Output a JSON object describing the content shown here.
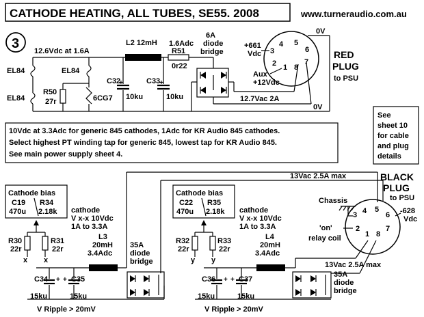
{
  "header": {
    "title": "CATHODE HEATING, ALL TUBES, SE55. 2008",
    "website": "www.turneraudio.com.au",
    "sheet_number": "3"
  },
  "top_section": {
    "supply_label": "12.6Vdc at 1.6A",
    "tube_el84_left_1": "EL84",
    "tube_el84_left_2": "EL84",
    "tube_el84_mid": "EL84",
    "resistor_r50": "R50",
    "resistor_r50_value": "27r",
    "tube_6cg7": "6CG7",
    "inductor_l2": "L2 12mH",
    "cap_c32": "C32",
    "cap_c32_value": "10ku",
    "cap_c33": "C33",
    "cap_c33_value": "10ku",
    "current_label": "1.6Adc",
    "resistor_r51": "R51",
    "resistor_r51_value": "0r22",
    "bridge_label_1": "6A",
    "bridge_label_2": "diode",
    "bridge_label_3": "bridge",
    "ac_label": "12.7Vac 2A",
    "zero_v_top": "0V",
    "zero_v_mid": "0V",
    "red_plug": {
      "voltage": "+661",
      "voltage_unit": "Vdc",
      "aux": "Aux",
      "aux_voltage": "+12Vdc",
      "title_1": "RED",
      "title_2": "PLUG",
      "subtitle": "to PSU",
      "pins": [
        "1",
        "2",
        "3",
        "4",
        "5",
        "6",
        "7",
        "8"
      ]
    }
  },
  "notes": {
    "line_1": "10Vdc at 3.3Adc for generic 845 cathodes,  1Adc for KR Audio 845 cathodes.",
    "line_2": "Select highest PT winding tap for generic 845, lowest tap for KR Audio 845.",
    "line_3": "See main power supply sheet 4."
  },
  "side_note": {
    "line_1": "See",
    "line_2": "sheet 10",
    "line_3": "for cable",
    "line_4": "and plug",
    "line_5": "details"
  },
  "left_channel": {
    "bias_box_title": "Cathode bias",
    "bias_c": "C19",
    "bias_c_value": "470u",
    "bias_r": "R34",
    "bias_r_value": "2.18k",
    "cathode_1": "cathode",
    "cathode_2": "V x-x  10Vdc",
    "cathode_3": "1A to 3.3A",
    "r_a": "R30",
    "r_a_value": "22r",
    "r_b": "R31",
    "r_b_value": "22r",
    "node": "x",
    "inductor": "L3",
    "inductor_value": "20mH",
    "inductor_current": "3.4Adc",
    "bridge_1": "35A",
    "bridge_2": "diode",
    "bridge_3": "bridge",
    "cap_a": "C34",
    "cap_b": "C35",
    "cap_a_value": "15ku",
    "cap_b_value": "15ku",
    "ripple": "V Ripple > 20mV"
  },
  "right_channel": {
    "bias_box_title": "Cathode bias",
    "bias_c": "C22",
    "bias_c_value": "470u",
    "bias_r": "R35",
    "bias_r_value": "2.18k",
    "cathode_1": "cathode",
    "cathode_2": "V x-x  10Vdc",
    "cathode_3": "1A to 3.3A",
    "r_a": "R32",
    "r_a_value": "22r",
    "r_b": "R33",
    "r_b_value": "22r",
    "node": "y",
    "inductor": "L4",
    "inductor_value": "20mH",
    "inductor_current": "3.4Adc",
    "bridge_1": "35A",
    "bridge_2": "diode",
    "bridge_3": "bridge",
    "cap_a": "C36",
    "cap_b": "C37",
    "cap_a_value": "15ku",
    "cap_b_value": "15ku",
    "ripple": "V Ripple > 20mV"
  },
  "black_plug": {
    "ac_top": "13Vac 2.5A max",
    "ac_bottom": "13Vac 2.5A max",
    "title_1": "BLACK",
    "title_2": "PLUG",
    "subtitle": "to PSU",
    "chassis": "Chassis",
    "voltage": "-628",
    "voltage_unit": "Vdc",
    "relay_1": "'on'",
    "relay_2": "relay coil",
    "pins": [
      "1",
      "2",
      "3",
      "4",
      "5",
      "6",
      "7",
      "8"
    ]
  }
}
